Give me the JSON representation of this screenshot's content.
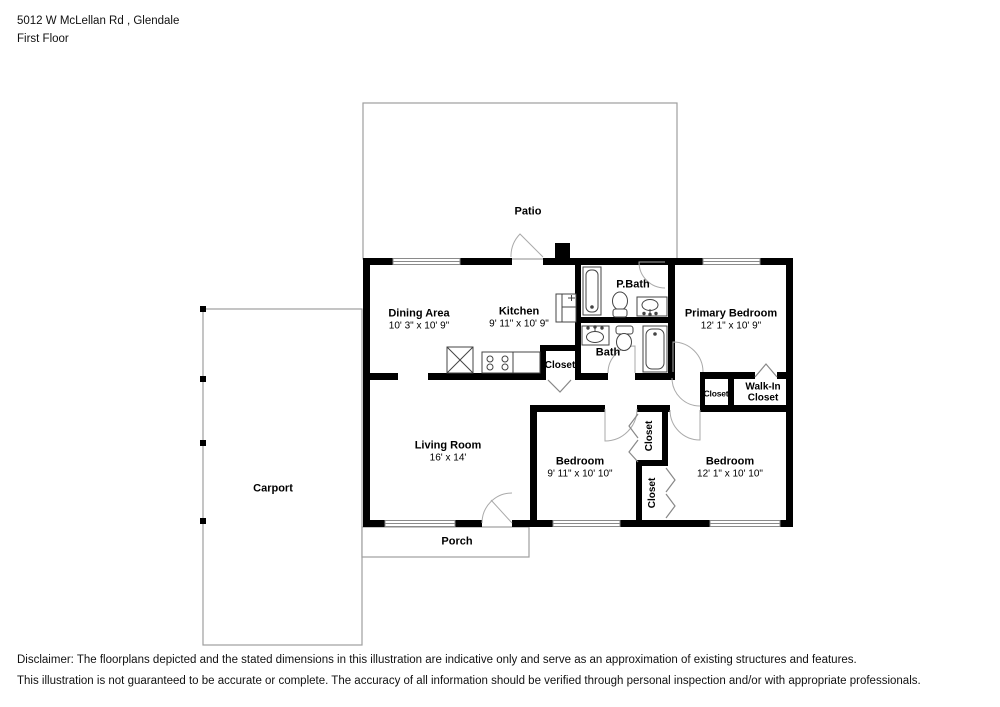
{
  "header": {
    "address": "5012 W McLellan Rd , Glendale",
    "floor": "First Floor"
  },
  "rooms": {
    "patio": {
      "name": "Patio"
    },
    "dining": {
      "name": "Dining Area",
      "dims": "10' 3\" x 10' 9\""
    },
    "kitchen": {
      "name": "Kitchen",
      "dims": "9' 11\" x 10' 9\""
    },
    "pbath": {
      "name": "P.Bath"
    },
    "primary_bedroom": {
      "name": "Primary Bedroom",
      "dims": "12' 1\" x 10' 9\""
    },
    "bath": {
      "name": "Bath"
    },
    "kitchen_closet": {
      "name": "Closet"
    },
    "hall_closet": {
      "name": "Closet"
    },
    "walkin_closet": {
      "name": "Walk-In Closet"
    },
    "closet_top": {
      "name": "Closet"
    },
    "closet_bottom": {
      "name": "Closet"
    },
    "living": {
      "name": "Living Room",
      "dims": "16' x 14'"
    },
    "bedroom_left": {
      "name": "Bedroom",
      "dims": "9' 11\" x 10' 10\""
    },
    "bedroom_right": {
      "name": "Bedroom",
      "dims": "12' 1\" x 10' 10\""
    },
    "carport": {
      "name": "Carport"
    },
    "porch": {
      "name": "Porch"
    }
  },
  "disclaimer": {
    "line1": "Disclaimer: The floorplans depicted and the stated dimensions in this illustration are indicative only and serve as an approximation of existing structures and features.",
    "line2": "This illustration is not guaranteed to be accurate or complete. The accuracy of all information should be verified through personal inspection and/or with appropriate professionals."
  },
  "colors": {
    "wall": "#000000",
    "outline": "#9e9e9e",
    "fixture": "#444444",
    "door_arc": "#aaaaaa"
  }
}
